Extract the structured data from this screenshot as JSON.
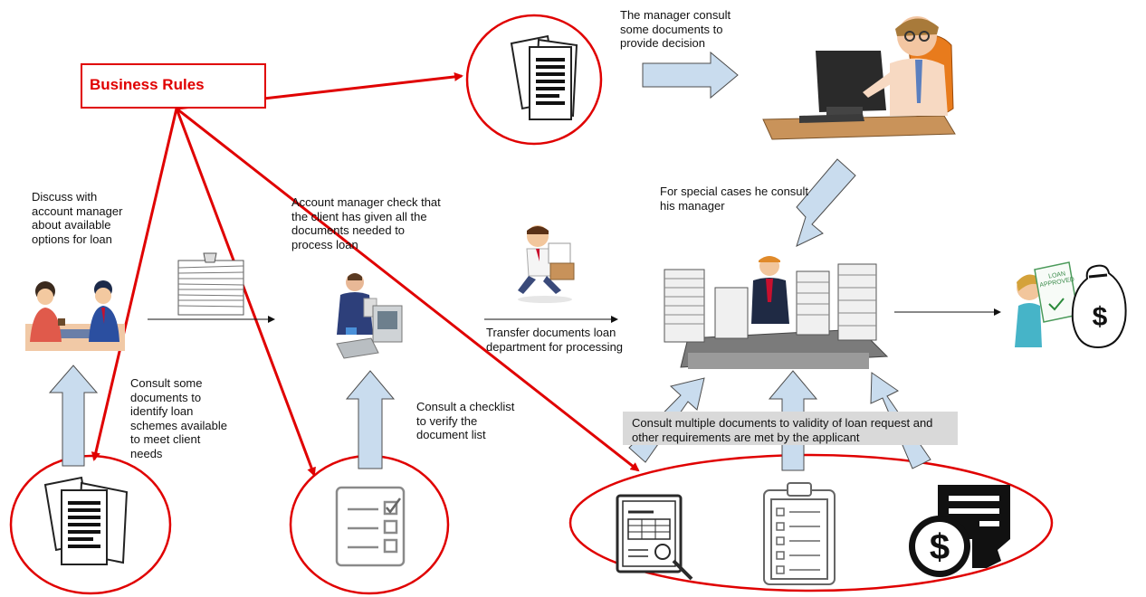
{
  "business_rules": {
    "label": "Business Rules"
  },
  "steps": {
    "discuss": "Discuss with\naccount manager\nabout available\noptions for loan",
    "consult_schemes": "Consult some\ndocuments to\nidentify loan\nschemes available\nto meet client\nneeds",
    "account_check": "Account manager check that\nthe client has given all the\ndocuments needed to\nprocess loan",
    "checklist": "Consult a checklist\nto verify the\ndocument list",
    "transfer": "Transfer documents loan\ndepartment for processing",
    "manager_consult": "The manager consult\nsome documents to\nprovide decision",
    "special_cases": "For special cases he consult\nhis manager",
    "multiple_docs": "Consult multiple documents to validity of loan request and other requirements are met by the applicant"
  },
  "icons": {
    "documents_top": "documents-icon",
    "documents_bottom": "documents-icon",
    "checklist": "checklist-icon",
    "report": "report-icon",
    "clipboard": "clipboard-checklist-icon",
    "bill": "dollar-bill-icon",
    "meeting": "meeting-people-icon",
    "paper_stack": "paper-stack-icon",
    "clerk": "clerk-at-computer-icon",
    "courier": "running-courier-icon",
    "manager": "manager-at-computer-icon",
    "officer": "officer-with-papers-icon",
    "approved": "loan-approved-icon"
  },
  "loan_approved_stamp": "LOAN\nAPPROVED",
  "colors": {
    "rule_red": "#e00000",
    "arrow_fill": "#c9dcee",
    "arrow_stroke": "#4d4d4d",
    "note_bg": "#d9d9d9"
  }
}
